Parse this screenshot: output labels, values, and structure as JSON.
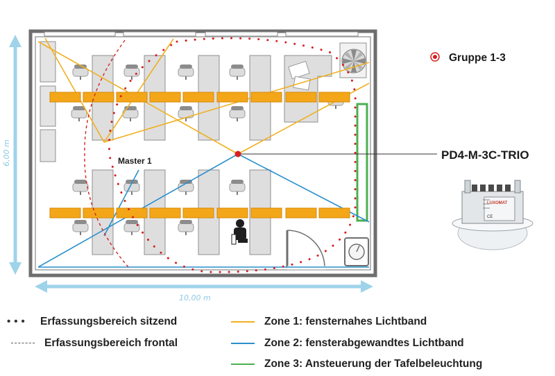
{
  "title": "",
  "labels": {
    "group": "Gruppe 1-3",
    "device": "PD4-M-3C-TRIO",
    "master": "Master 1",
    "dim_height": "6,00 m",
    "dim_width": "10,00 m",
    "sensor_brand": "LUXOMAT",
    "sensor_ce": "CE"
  },
  "legend": {
    "seated": "Erfassungsbereich sitzend",
    "frontal": "Erfassungsbereich frontal",
    "zone1": "Zone 1: fensternahes Lichtband",
    "zone2": "Zone 2: fensterabgewandtes Lichtband",
    "zone3": "Zone 3: Ansteuerung der Tafelbeleuchtung"
  },
  "colors": {
    "zone1": "#f0b020",
    "zone2": "#2a8fcc",
    "zone3": "#4caf50",
    "dots": "#d42020",
    "light_band": "#f4a619",
    "dimension": "#9fd3ea",
    "wall": "#7a7a7a"
  },
  "icons": [
    "chair-icon",
    "person-icon",
    "fan-icon",
    "door-icon",
    "sink-icon",
    "sensor-device-icon"
  ]
}
